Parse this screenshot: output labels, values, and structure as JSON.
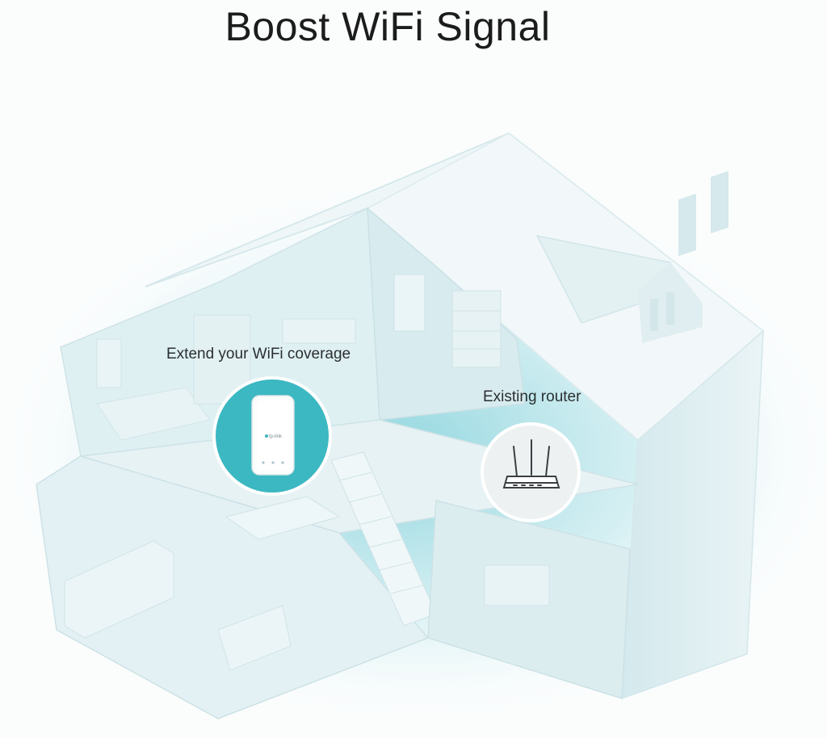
{
  "page": {
    "title": "Boost WiFi Signal"
  },
  "callouts": {
    "extender_label": "Extend your WiFi coverage",
    "router_label": "Existing router"
  },
  "extender": {
    "brand_mark": "tp-link"
  },
  "colors": {
    "coverage_glow": "#aee0e6",
    "extender_badge": "#3bb8c1",
    "router_badge": "#eef1f2",
    "house": "#e7f3f5",
    "text": "#1c1c1c"
  }
}
